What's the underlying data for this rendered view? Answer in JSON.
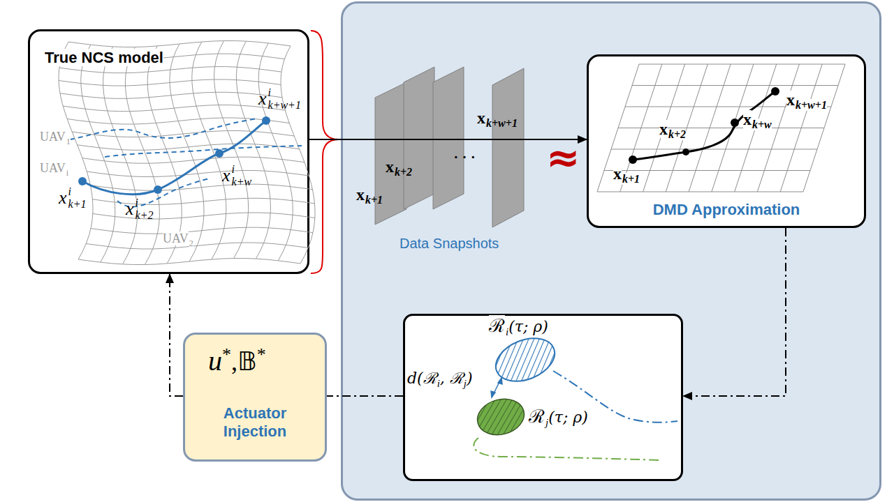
{
  "diagram": {
    "nodes": [
      {
        "text": [
          "True NCS model"
        ]
      },
      {
        "text": [
          "Data Snapshots"
        ]
      },
      {
        "text": [
          "DMD Approximation"
        ],
        "in": 1
      },
      {
        "text": [
          "ℛ",
          "i",
          "(τ; ρ)",
          "d(ℛ",
          "i",
          ", ℛ",
          "j",
          ")",
          "ℛ",
          "j",
          "(τ; ρ)"
        ],
        "in": 1
      },
      {
        "text": [
          "u",
          "*",
          ",",
          "𝔹",
          "*",
          "Actuator Injection"
        ]
      }
    ],
    "edges": [
      {
        "from": 0,
        "to": 2,
        "arrow": "to"
      },
      {
        "from": 2,
        "to": 3,
        "arrow": "to"
      },
      {
        "from": 3,
        "to": 4,
        "arrow": "none"
      },
      {
        "from": 4,
        "to": 0,
        "arrow": "to"
      }
    ],
    "labels": [
      "UAV",
      "1",
      "UAV",
      "i",
      "UAV",
      "2",
      "x",
      "i",
      "k+1",
      "x",
      "i",
      "k+2",
      "x",
      "i",
      "k+w",
      "x",
      "i",
      "k+w+1",
      "x",
      "k+1",
      "x",
      "k+2",
      "· · ·",
      "x",
      "k+w+1",
      "≈",
      "x",
      "k+1",
      "x",
      "k+2",
      "x",
      "k+w",
      "x",
      "k+w+1"
    ]
  }
}
